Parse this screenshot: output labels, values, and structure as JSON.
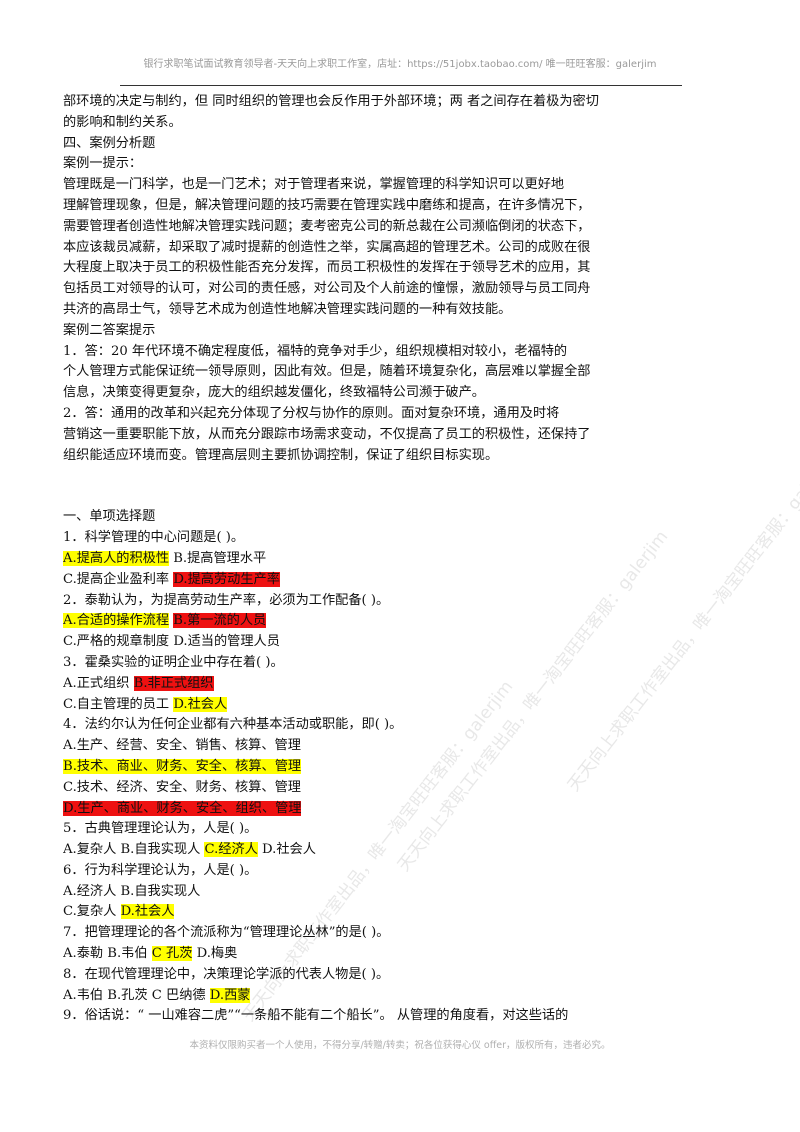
{
  "header": {
    "text": "银行求职笔试面试教育领导者-天天向上求职工作室，店址：https://51jobx.taobao.com/  唯一旺旺客服：galerjim"
  },
  "footer": {
    "text": "本资料仅限购买者一个人使用，不得分享/转赠/转卖；祝各位获得心仪 offer，版权所有，违者必究。"
  },
  "watermark": {
    "text": "天天向上求职工作室出品，唯一淘宝旺旺客服：galerjim"
  },
  "part1": {
    "l1": "部环境的决定与制约，但  同时组织的管理也会反作用于外部环境；两  者之间存在着极为密切",
    "l2": "的影响和制约关系。",
    "section4": "四、案例分析题",
    "case1_title": "案例一提示：",
    "c1_l1": "管理既是一门科学，也是一门艺术；对于管理者来说，掌握管理的科学知识可以更好地",
    "c1_l2": "理解管理现象，但是，解决管理问题的技巧需要在管理实践中磨练和提高，在许多情况下，",
    "c1_l3": "需要管理者创造性地解决管理实践问题；麦考密克公司的新总裁在公司濒临倒闭的状态下，",
    "c1_l4": "本应该裁员减薪，却采取了减时提薪的创造性之举，实属高超的管理艺术。公司的成败在很",
    "c1_l5": "大程度上取决于员工的积极性能否充分发挥，而员工积极性的发挥在于领导艺术的应用，其",
    "c1_l6": "包括员工对领导的认可，对公司的责任感，对公司及个人前途的憧憬，激励领导与员工同舟",
    "c1_l7": "共济的高昂士气，领导艺术成为创造性地解决管理实践问题的一种有效技能。",
    "case2_title": "案例二答案提示",
    "c2_l1": "1．答：20 年代环境不确定程度低，福特的竞争对手少，组织规模相对较小，老福特的",
    "c2_l2": "个人管理方式能保证统一领导原则，因此有效。但是，随着环境复杂化，高层难以掌握全部",
    "c2_l3": "信息，决策变得更复杂，庞大的组织越发僵化，终致福特公司濒于破产。",
    "c2_l4": "2．答：通用的改革和兴起充分体现了分权与协作的原则。面对复杂环境，通用及时将",
    "c2_l5": "营销这一重要职能下放，从而充分跟踪市场需求变动，不仅提高了员工的积极性，还保持了",
    "c2_l6": "组织能适应环境而变。管理高层则主要抓协调控制，保证了组织目标实现。",
    "c2_l6_tail": "  "
  },
  "part2": {
    "section1": "一、单项选择题",
    "q1": "1．科学管理的中心问题是( )。",
    "q1_a": "A.提高人的积极性",
    "q1_b": " B.提高管理水平",
    "q1_c": "C.提高企业盈利率 ",
    "q1_d": "D.提高劳动生产率",
    "q2": "2．泰勒认为，为提高劳动生产率，必须为工作配备( )。",
    "q2_a": "A.合适的操作流程",
    "q2_sp": " ",
    "q2_b": "B.第一流的人员",
    "q2_cd": "C.严格的规章制度 D.适当的管理人员",
    "q3": "3．霍桑实验的证明企业中存在着( )。",
    "q3_a": "A.正式组织 ",
    "q3_b": "B.非正式组织",
    "q3_c": "C.自主管理的员工 ",
    "q3_d": "D.社会人",
    "q4": "4．法约尔认为任何企业都有六种基本活动或职能，即( )。",
    "q4_a": "A.生产、经营、安全、销售、核算、管理",
    "q4_b": "B.技术、商业、财务、安全、核算、管理",
    "q4_c": "C.技术、经济、安全、财务、核算、管理",
    "q4_d": "D.生产、商业、财务、安全、组织、管理",
    "q5": "5．古典管理理论认为，人是( )。",
    "q5_ab": "A.复杂人 B.自我实现人 ",
    "q5_c": "C.经济人",
    "q5_d": " D.社会人",
    "q6": "6．行为科学理论认为，人是( )。",
    "q6_ab": "A.经济人 B.自我实现人",
    "q6_c": "C.复杂人 ",
    "q6_d": "D.社会人",
    "q7": "7．把管理理论的各个流派称为“管理理论丛林”的是( )。",
    "q7_ab": "A.泰勒 B.韦伯 ",
    "q7_c": "C 孔茨",
    "q7_d": " D.梅奥",
    "q8": "8．在现代管理理论中，决策理论学派的代表人物是( )。",
    "q8_abc": "A.韦伯 B.孔茨 C 巴纳德 ",
    "q8_d": "D.西蒙",
    "q9": "9．俗话说：“ 一山难容二虎”“一条船不能有二个船长”。 从管理的角度看，对这些话的"
  },
  "colors": {
    "highlight_yellow": "#ffff00",
    "highlight_red": "#ee1111"
  }
}
